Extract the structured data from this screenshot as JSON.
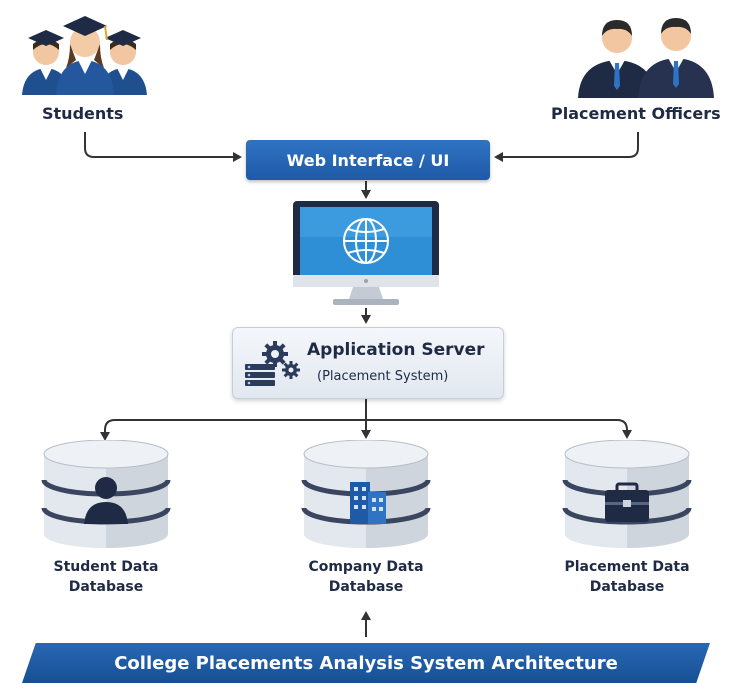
{
  "actors": {
    "students": "Students",
    "officers": "Placement Officers"
  },
  "web_interface": "Web Interface / UI",
  "app_server": {
    "title": "Application Server",
    "subtitle": "(Placement System)"
  },
  "databases": {
    "student": [
      "Student Data",
      "Database"
    ],
    "company": [
      "Company Data",
      "Database"
    ],
    "placement": [
      "Placement Data",
      "Database"
    ]
  },
  "banner": "College Placements Analysis System Architecture",
  "colors": {
    "primary_blue": "#1f5aa6",
    "dark_navy": "#1f2a44",
    "db_gray": "#cfd5dd"
  },
  "icons": [
    "graduates-icon",
    "officers-icon",
    "monitor-globe-icon",
    "server-gears-icon",
    "person-icon",
    "building-icon",
    "briefcase-icon"
  ]
}
